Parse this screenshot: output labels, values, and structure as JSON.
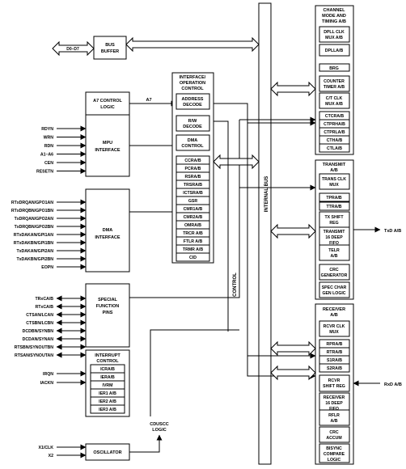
{
  "internal_bus": "INTERNAL BUS",
  "control": "CONTROL",
  "bus_buffer": {
    "line1": "BUS",
    "line2": "BUFFER",
    "data_pin": "D0–D7"
  },
  "a7_logic": {
    "line1": "A7 CONTROL",
    "line2": "LOGIC",
    "signal": "A7"
  },
  "mpu": {
    "line1": "MPU",
    "line2": "INTERFACE",
    "pins": [
      "RDYN",
      "WRN",
      "RDN",
      "A1–A6",
      "CEN",
      "RESETN"
    ]
  },
  "dma": {
    "line1": "DMA",
    "line2": "INTERFACE",
    "pins": [
      "RTxDRQAN/GPO1AN",
      "RTxDRQBN/GPO1BN",
      "TxDRQAN/GPO2AN",
      "TxDRQBN/GPO2BN",
      "RTxDAKAN/GPI1AN",
      "RTxDAKBN/GPI1BN",
      "TxDAKAN/GPI2AN",
      "TxDAKBN/GPI2BN",
      "EOPN"
    ]
  },
  "special": {
    "line1": "SPECIAL",
    "line2": "FUNCTION",
    "line3": "PINS",
    "pins": [
      "TRxCA/B",
      "RTxCA/B",
      "CTSAN/LCAN",
      "CTSBN/LCBN",
      "DCDBN/SYNBN",
      "DCDAN/SYNAN",
      "RTSBN/SYNOUTBN",
      "RTSAN/SYNOUTAN"
    ]
  },
  "interrupt": {
    "line1": "INTERRUPT",
    "line2": "CONTROL",
    "regs": [
      "ICRA/B",
      "IERA/B",
      "IVRM",
      "IER1 A/B",
      "IER2 A/B",
      "IER3 A/B"
    ],
    "pins": [
      "IRQN",
      "IACKN"
    ]
  },
  "oscillator": {
    "label": "OSCILLATOR",
    "pins": [
      "X1/CLK",
      "X2"
    ]
  },
  "cduscc": {
    "line1": "CDUSCC",
    "line2": "LOGIC"
  },
  "iface": {
    "line1": "INTERFACE/",
    "line2": "OPERATION",
    "line3": "CONTROL",
    "addr": [
      "ADDRESS",
      "DECODE"
    ],
    "rw": [
      "R/W",
      "DECODE"
    ],
    "dma_ctrl": [
      "DMA",
      "CONTROL"
    ],
    "regs": [
      "CCRA/B",
      "PCRA/B",
      "RSRA/B",
      "TRSRA/B",
      "ICTSRA/B",
      "GSR",
      "CMR1A/B",
      "CMR2A/B",
      "OMRA/B",
      "TRCR A/B",
      "FTLR A/B",
      "TRMR A/B",
      "CID"
    ]
  },
  "channel": {
    "line1": "CHANNEL",
    "line2": "MODE AND",
    "line3": "TIMING A/B",
    "dpll_mux": [
      "DPLL CLK",
      "MUX A/B"
    ],
    "dpll": "DPLLA/B",
    "brg": "BRG",
    "counter": [
      "COUNTER",
      "TIMER A/B"
    ],
    "ct_mux": [
      "C/T CLK",
      "MUX A/B"
    ],
    "regs": [
      "CTCRA/B",
      "CTPRHA/B",
      "CTPRLA/B",
      "CTHA/B",
      "CTLA/B"
    ]
  },
  "transmit": {
    "line1": "TRANSMIT",
    "line2": "A/B",
    "clk_mux": [
      "TRANS CLK",
      "MUX"
    ],
    "tpr": "TPRA/B",
    "ttr": "TTRA/B",
    "shift": [
      "TX SHIFT",
      "REG"
    ],
    "fifo": [
      "TRANSMIT",
      "16 DEEP",
      "FIFO"
    ],
    "telr": [
      "TELR",
      "A/B"
    ],
    "crc": [
      "CRC",
      "GENERATOR"
    ],
    "spec": [
      "SPEC CHAR",
      "GEN LOGIC"
    ],
    "pin": "TxD A/B"
  },
  "receiver": {
    "line1": "RECEIVER",
    "line2": "A/B",
    "clk_mux": [
      "RCVR CLK",
      "MUX"
    ],
    "regs": [
      "RPRA/B",
      "RTRA/B",
      "S1RA/B",
      "S2RA/B"
    ],
    "shift": [
      "RCVR",
      "SHIFT REG"
    ],
    "fifo": [
      "RECEIVER",
      "16 DEEP",
      "FIFO"
    ],
    "rflr": [
      "RFLR",
      "A/B"
    ],
    "crc": [
      "CRC",
      "ACCUM"
    ],
    "bisync": [
      "BISYNC",
      "COMPARE",
      "LOGIC"
    ],
    "pin": "RxD A/B"
  }
}
